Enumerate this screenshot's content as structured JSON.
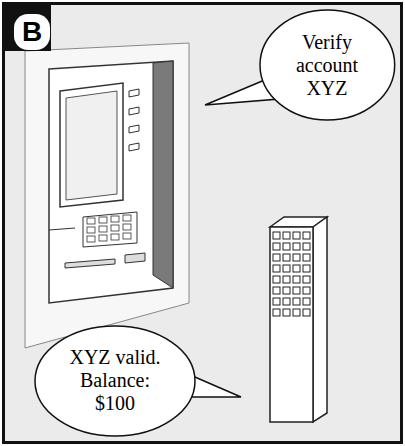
{
  "diagram": {
    "nodes": [
      {
        "text": [
          "B"
        ]
      },
      {
        "text": [
          "Verify account XYZ"
        ]
      },
      {
        "text": [
          "XYZ valid. Balance: $100"
        ]
      }
    ]
  }
}
